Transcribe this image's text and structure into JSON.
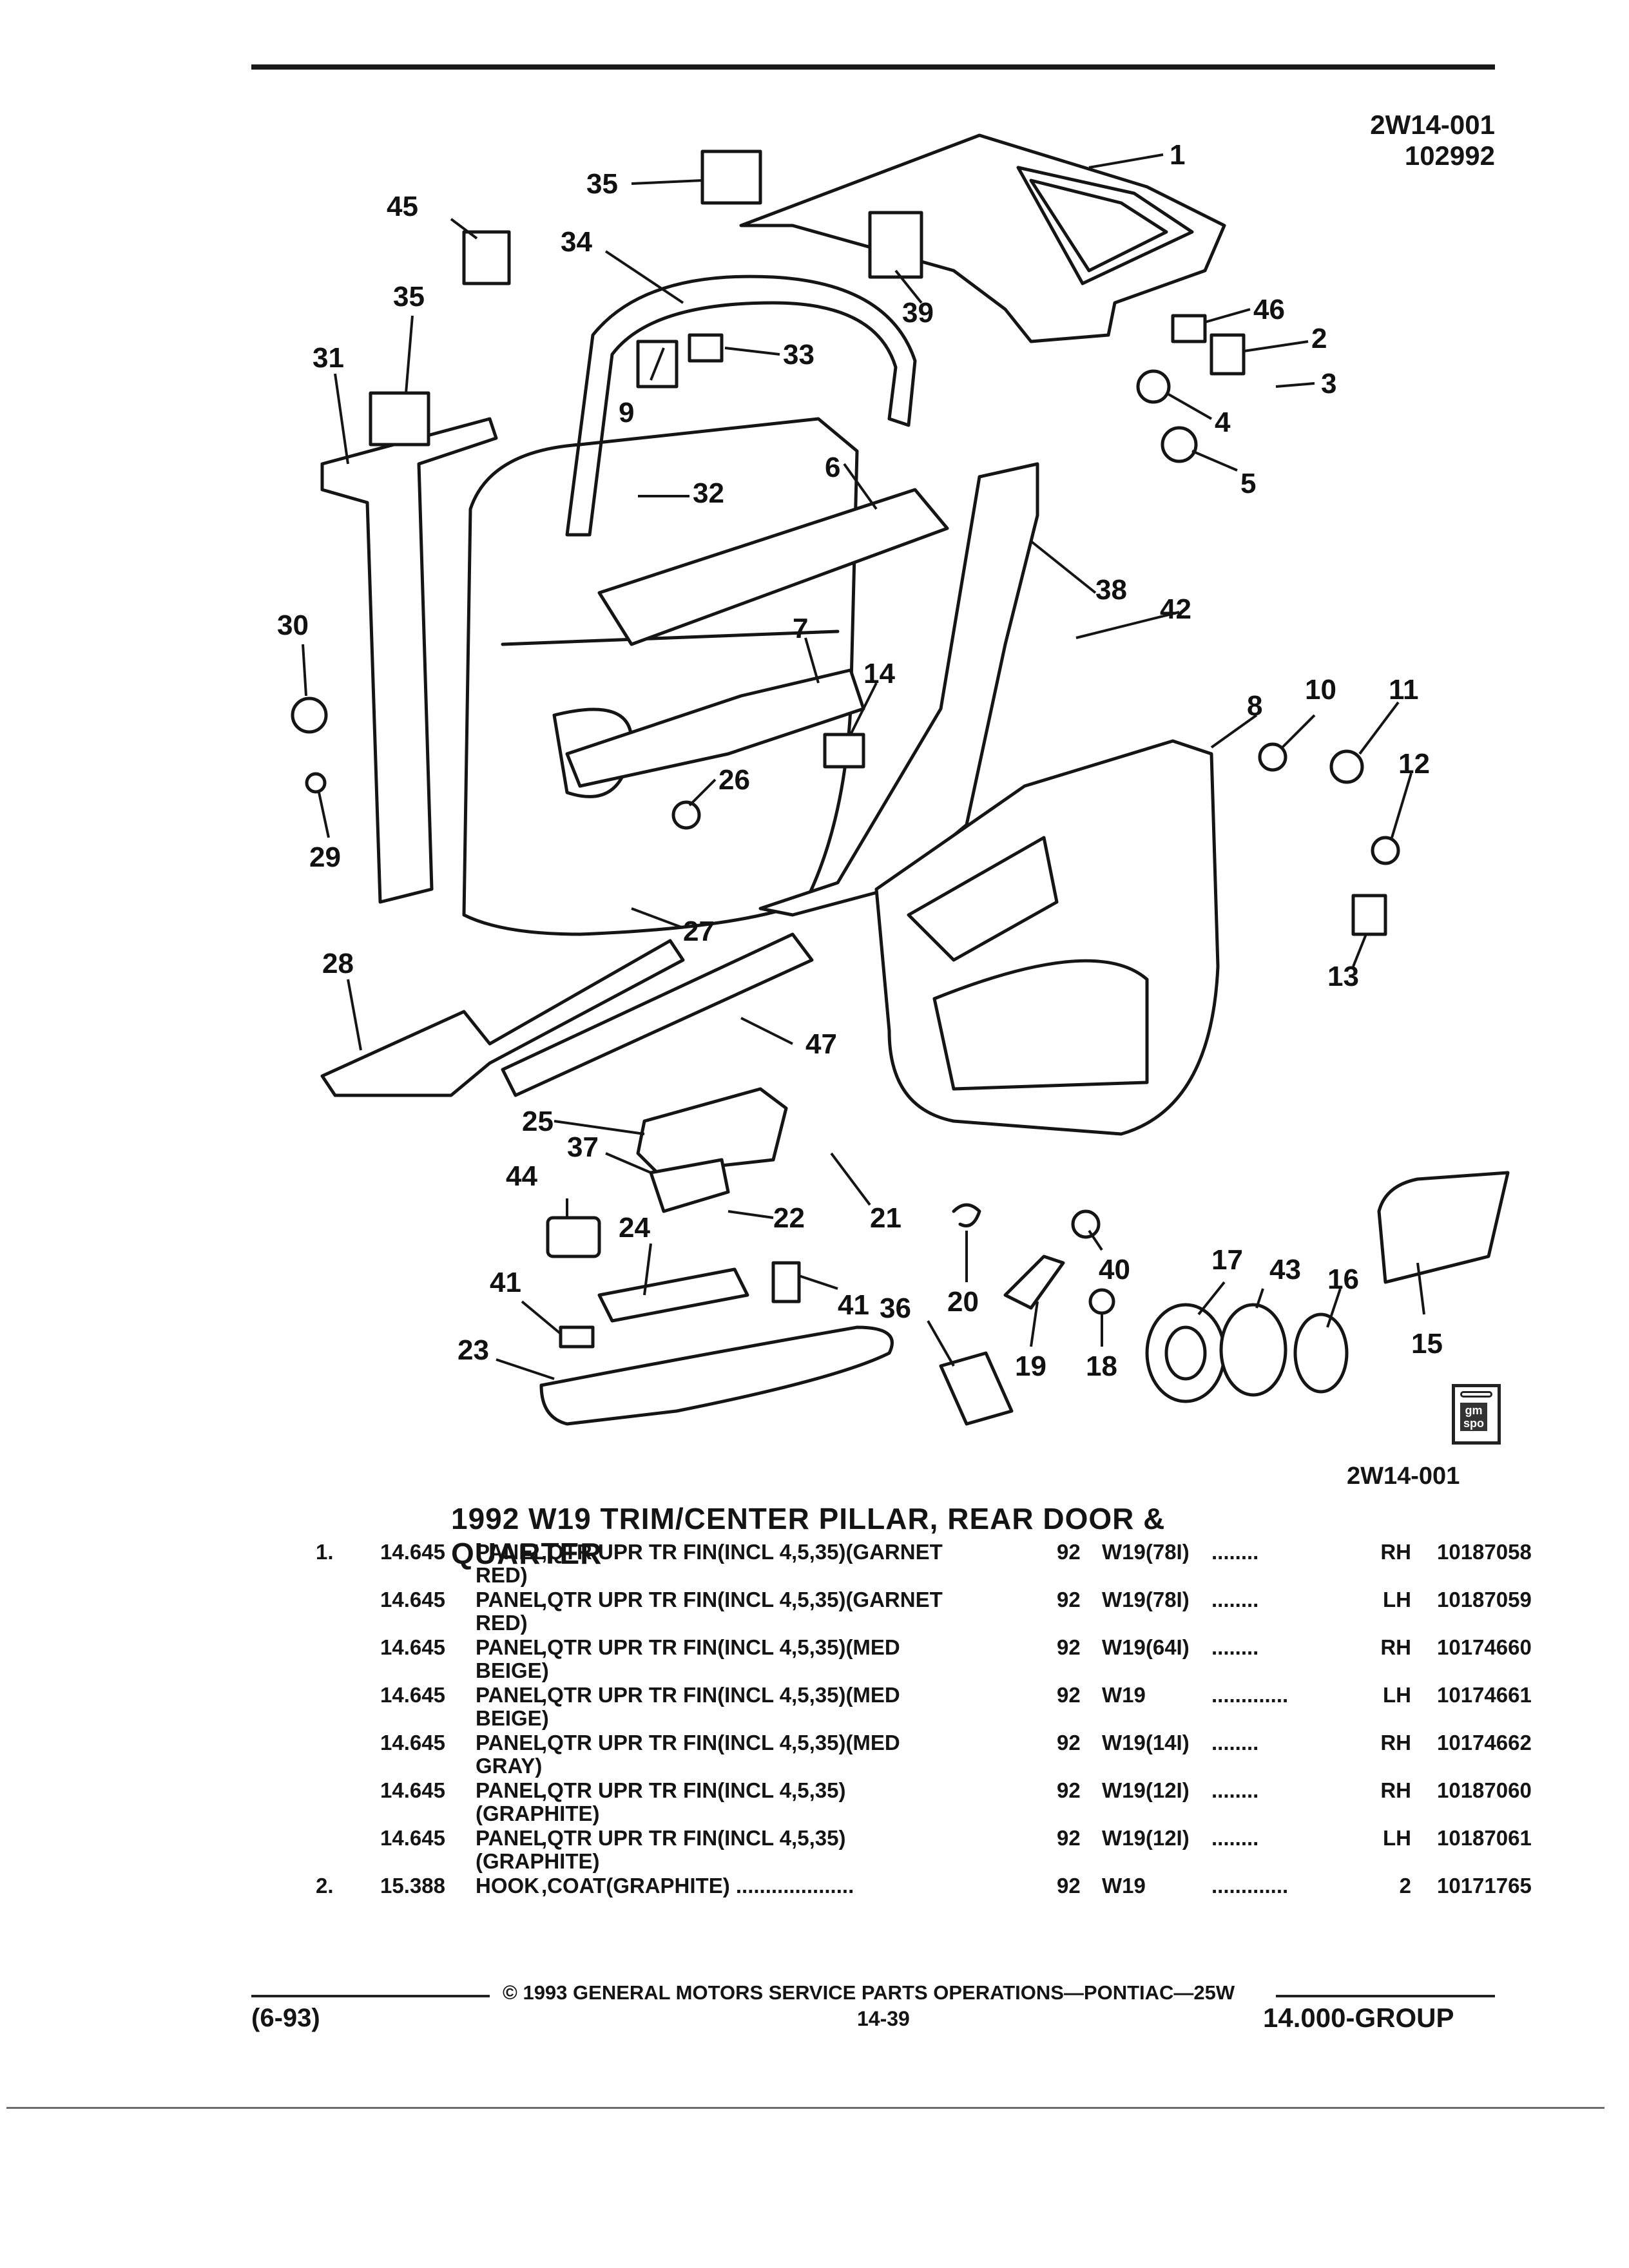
{
  "header": {
    "code_top": "2W14-001",
    "code_number": "102992",
    "code_bottom": "2W14-001"
  },
  "logo": {
    "line1": "gm",
    "line2": "spo"
  },
  "callouts": [
    "1",
    "2",
    "3",
    "4",
    "5",
    "6",
    "7",
    "8",
    "9",
    "10",
    "11",
    "12",
    "13",
    "14",
    "15",
    "16",
    "17",
    "18",
    "19",
    "20",
    "21",
    "22",
    "23",
    "24",
    "25",
    "26",
    "27",
    "28",
    "29",
    "30",
    "31",
    "32",
    "33",
    "34",
    "35",
    "35",
    "36",
    "37",
    "38",
    "39",
    "40",
    "41",
    "41",
    "42",
    "43",
    "44",
    "45",
    "46",
    "47"
  ],
  "section": {
    "title": "1992 W19 TRIM/CENTER PILLAR, REAR DOOR & QUARTER"
  },
  "parts": [
    {
      "item": "1.",
      "group": "14.645",
      "name": "PANEL",
      "desc": ",QTR UPR TR FIN(INCL 4,5,35)(GARNET",
      "desc2": "RED)",
      "year": "92",
      "model": "W19(78I)",
      "dots": "........",
      "qty": "RH",
      "part": "10187058"
    },
    {
      "item": "",
      "group": "14.645",
      "name": "PANEL",
      "desc": ",QTR UPR TR FIN(INCL 4,5,35)(GARNET",
      "desc2": "RED)",
      "year": "92",
      "model": "W19(78I)",
      "dots": "........",
      "qty": "LH",
      "part": "10187059"
    },
    {
      "item": "",
      "group": "14.645",
      "name": "PANEL",
      "desc": ",QTR UPR TR FIN(INCL 4,5,35)(MED",
      "desc2": "BEIGE)",
      "year": "92",
      "model": "W19(64I)",
      "dots": "........",
      "qty": "RH",
      "part": "10174660"
    },
    {
      "item": "",
      "group": "14.645",
      "name": "PANEL",
      "desc": ",QTR UPR TR FIN(INCL 4,5,35)(MED",
      "desc2": "BEIGE)",
      "year": "92",
      "model": "W19",
      "dots": ".............",
      "qty": "LH",
      "part": "10174661"
    },
    {
      "item": "",
      "group": "14.645",
      "name": "PANEL",
      "desc": ",QTR UPR TR FIN(INCL 4,5,35)(MED",
      "desc2": "GRAY)",
      "year": "92",
      "model": "W19(14I)",
      "dots": "........",
      "qty": "RH",
      "part": "10174662"
    },
    {
      "item": "",
      "group": "14.645",
      "name": "PANEL",
      "desc": ",QTR UPR TR FIN(INCL 4,5,35)",
      "desc2": "(GRAPHITE)",
      "year": "92",
      "model": "W19(12I)",
      "dots": "........",
      "qty": "RH",
      "part": "10187060"
    },
    {
      "item": "",
      "group": "14.645",
      "name": "PANEL",
      "desc": ",QTR UPR TR FIN(INCL 4,5,35)",
      "desc2": "(GRAPHITE)",
      "year": "92",
      "model": "W19(12I)",
      "dots": "........",
      "qty": "LH",
      "part": "10187061"
    },
    {
      "item": "2.",
      "group": "15.388",
      "name": "HOOK",
      "desc": ",COAT(GRAPHITE) ....................",
      "desc2": "",
      "year": "92",
      "model": "W19",
      "dots": ".............",
      "qty": "2",
      "part": "10171765"
    }
  ],
  "footer": {
    "copyright": "© 1993 GENERAL MOTORS SERVICE PARTS OPERATIONS—PONTIAC—25W",
    "date": "(6-93)",
    "page": "14-39",
    "group": "14.000-GROUP"
  }
}
